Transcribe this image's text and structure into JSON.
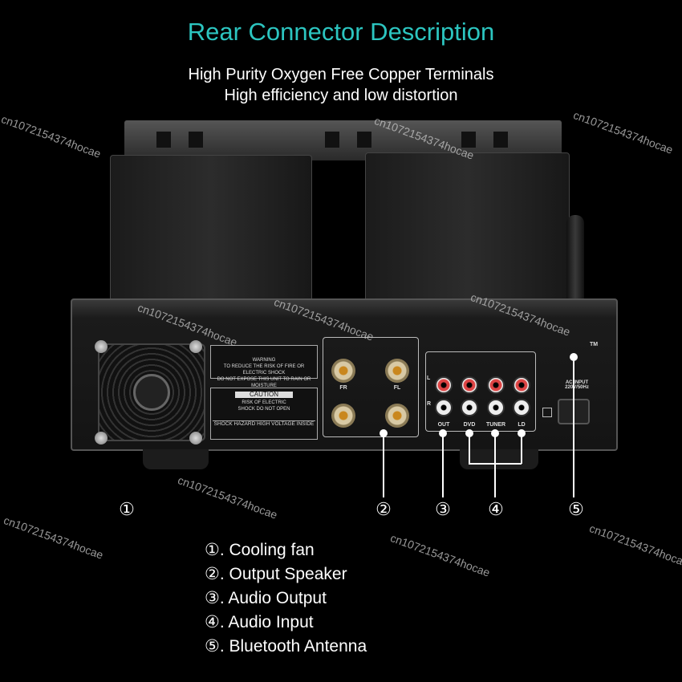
{
  "header": {
    "title": "Rear Connector Description",
    "subtitle_1": "High Purity Oxygen Free Copper Terminals",
    "subtitle_2": "High efficiency and low distortion",
    "title_color": "#2cc5c0"
  },
  "watermark": "cn1072154374hocae",
  "panel": {
    "warning_label": "WARNING\nTO REDUCE THE RISK OF FIRE OR ELECTRIC SHOCK\nDO NOT EXPOSE THIS UNIT TO RAIN OR MOISTURE",
    "caution_title": "CAUTION",
    "caution_text": "RISK OF ELECTRIC SHOCK DO NOT OPEN",
    "shock_text": "SHOCK HAZARD HIGH VOLTAGE INSIDE",
    "speaker_labels": [
      "FR",
      "FL"
    ],
    "channel_labels": [
      "L",
      "R"
    ],
    "rca_labels": [
      "OUT",
      "DVD",
      "TUNER",
      "LD"
    ],
    "ac_input": "AC INPUT 220V/50Hz",
    "tm": "TM"
  },
  "callouts": [
    "①",
    "②",
    "③",
    "④",
    "⑤"
  ],
  "legend": [
    "①. Cooling fan",
    "②. Output Speaker",
    "③. Audio Output",
    "④. Audio Input",
    "⑤. Bluetooth Antenna"
  ]
}
